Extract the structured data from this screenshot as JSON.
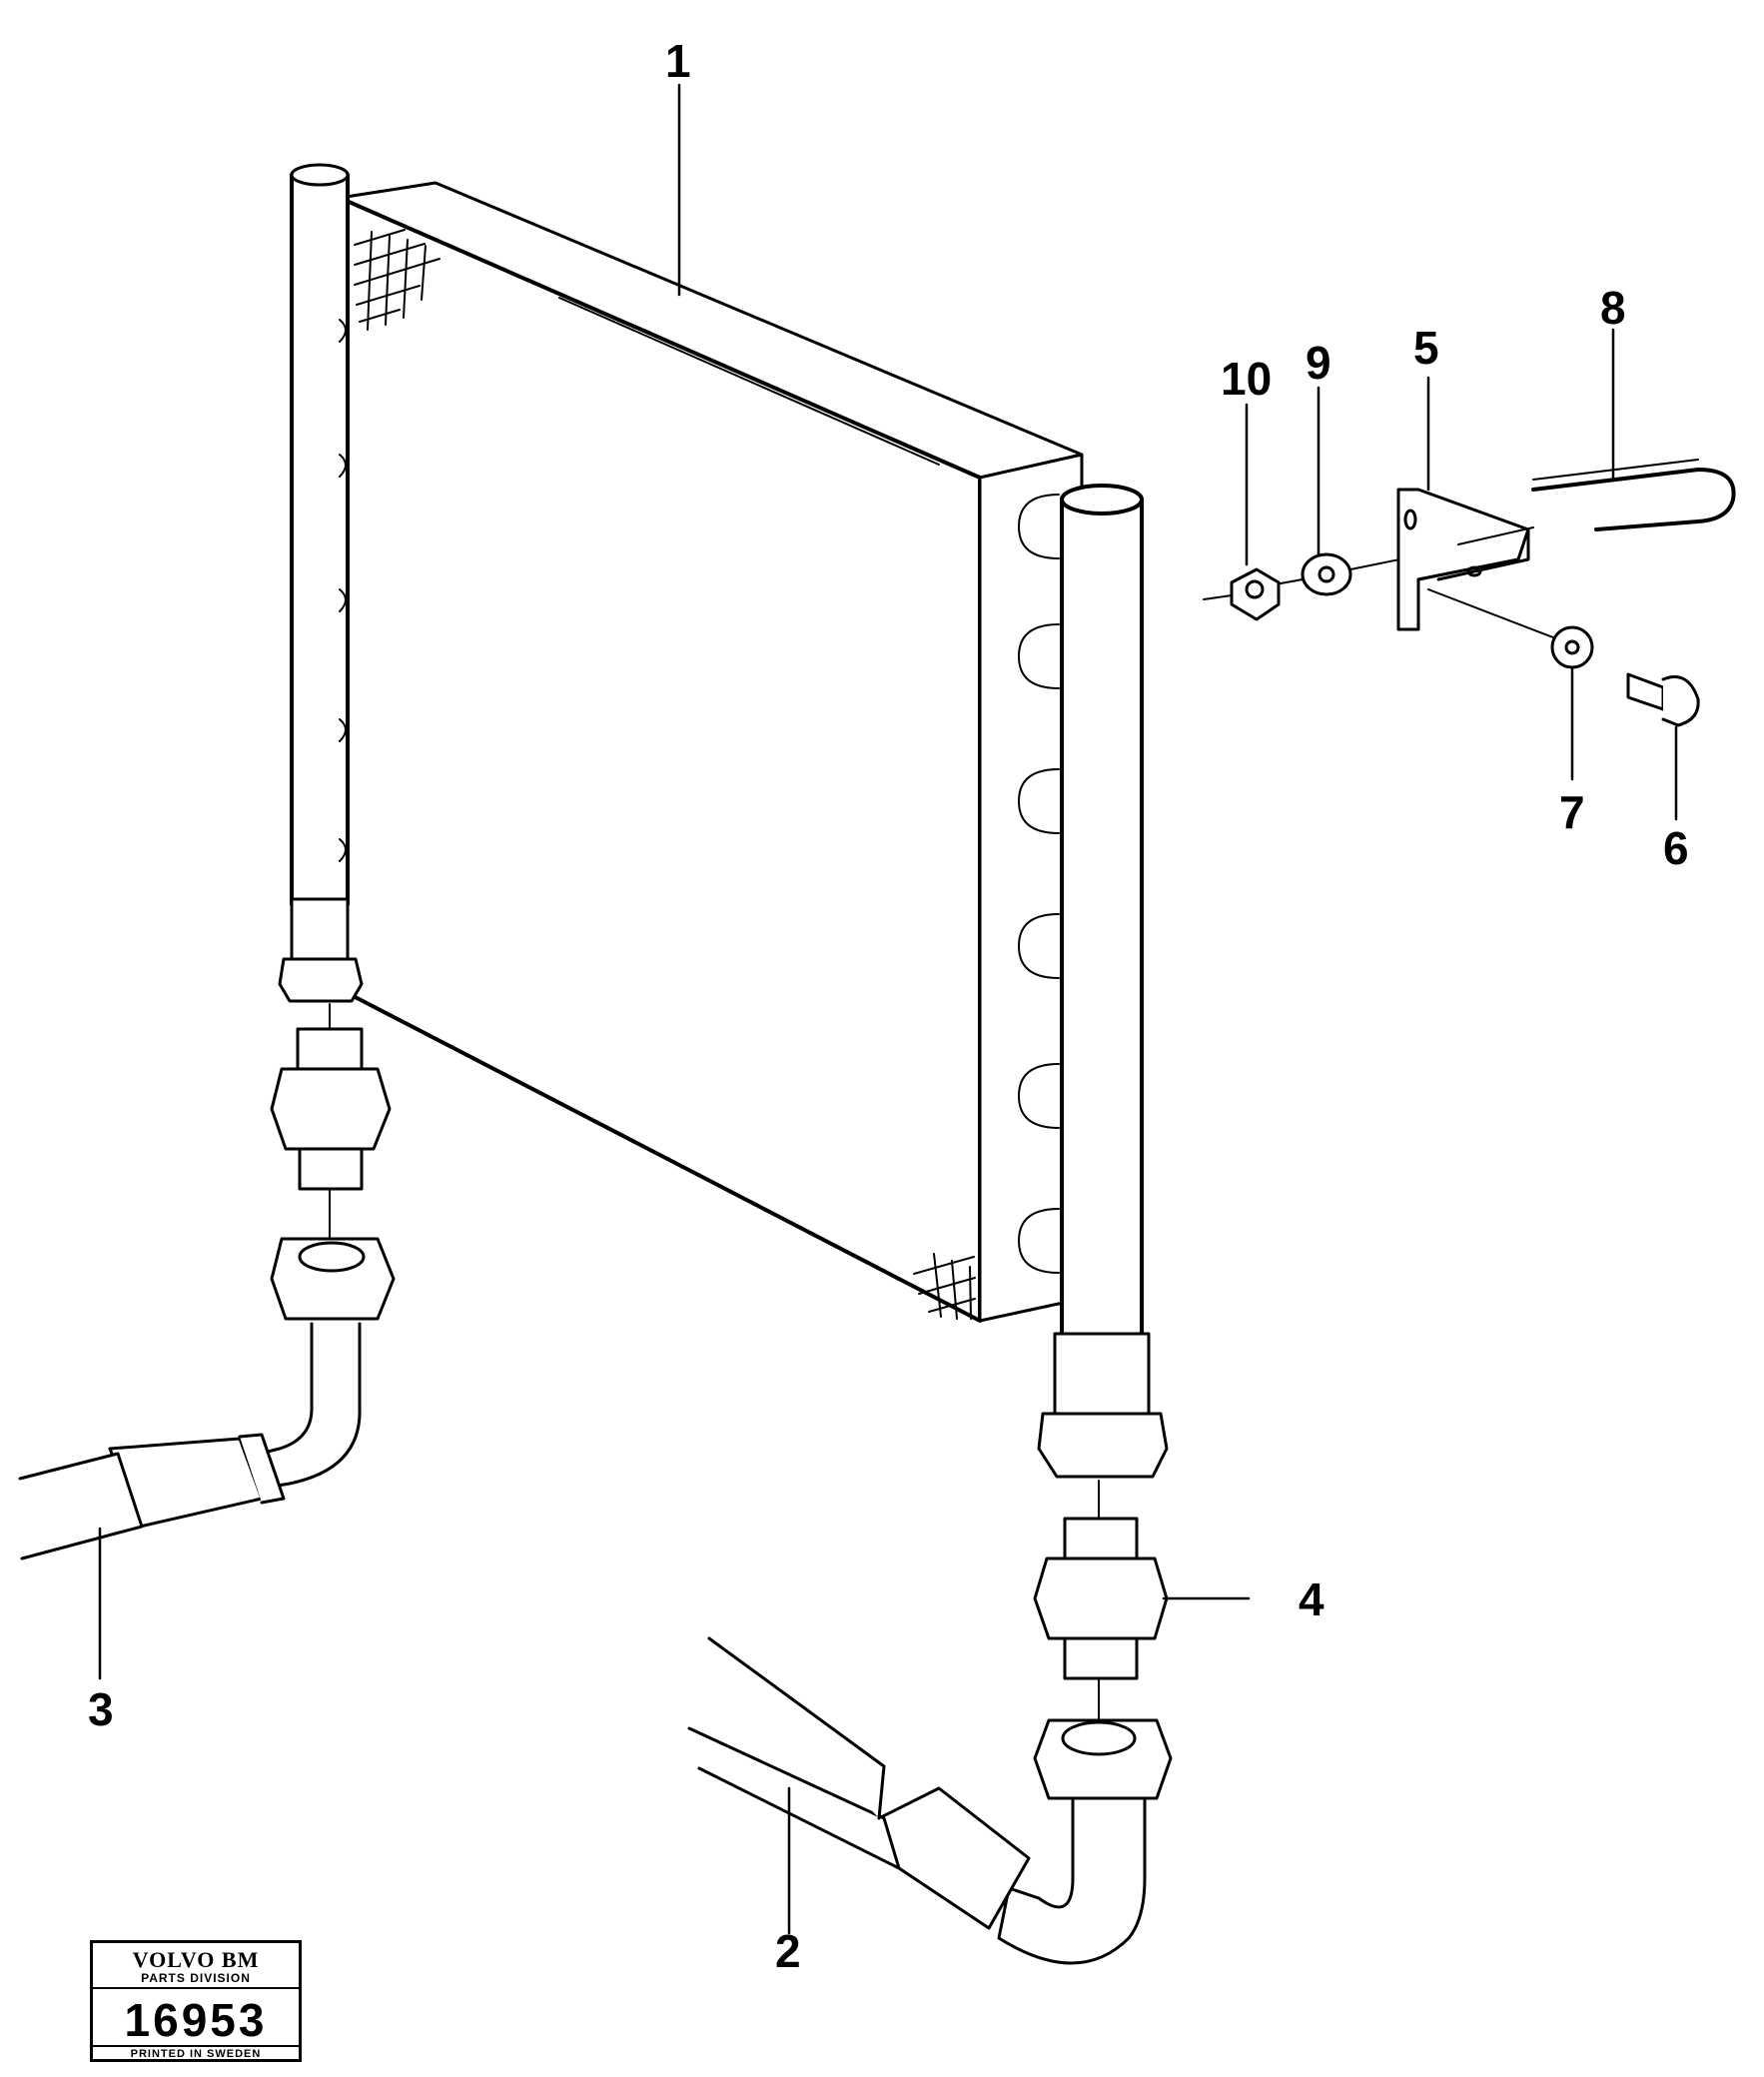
{
  "callouts": {
    "c1": "1",
    "c2": "2",
    "c3": "3",
    "c4": "4",
    "c5": "5",
    "c6": "6",
    "c7": "7",
    "c8": "8",
    "c9": "9",
    "c10": "10"
  },
  "stamp": {
    "brand": "VOLVO BM",
    "division": "PARTS DIVISION",
    "number": "16953",
    "printed": "PRINTED IN SWEDEN"
  },
  "colors": {
    "ink": "#000000",
    "paper": "#ffffff"
  }
}
